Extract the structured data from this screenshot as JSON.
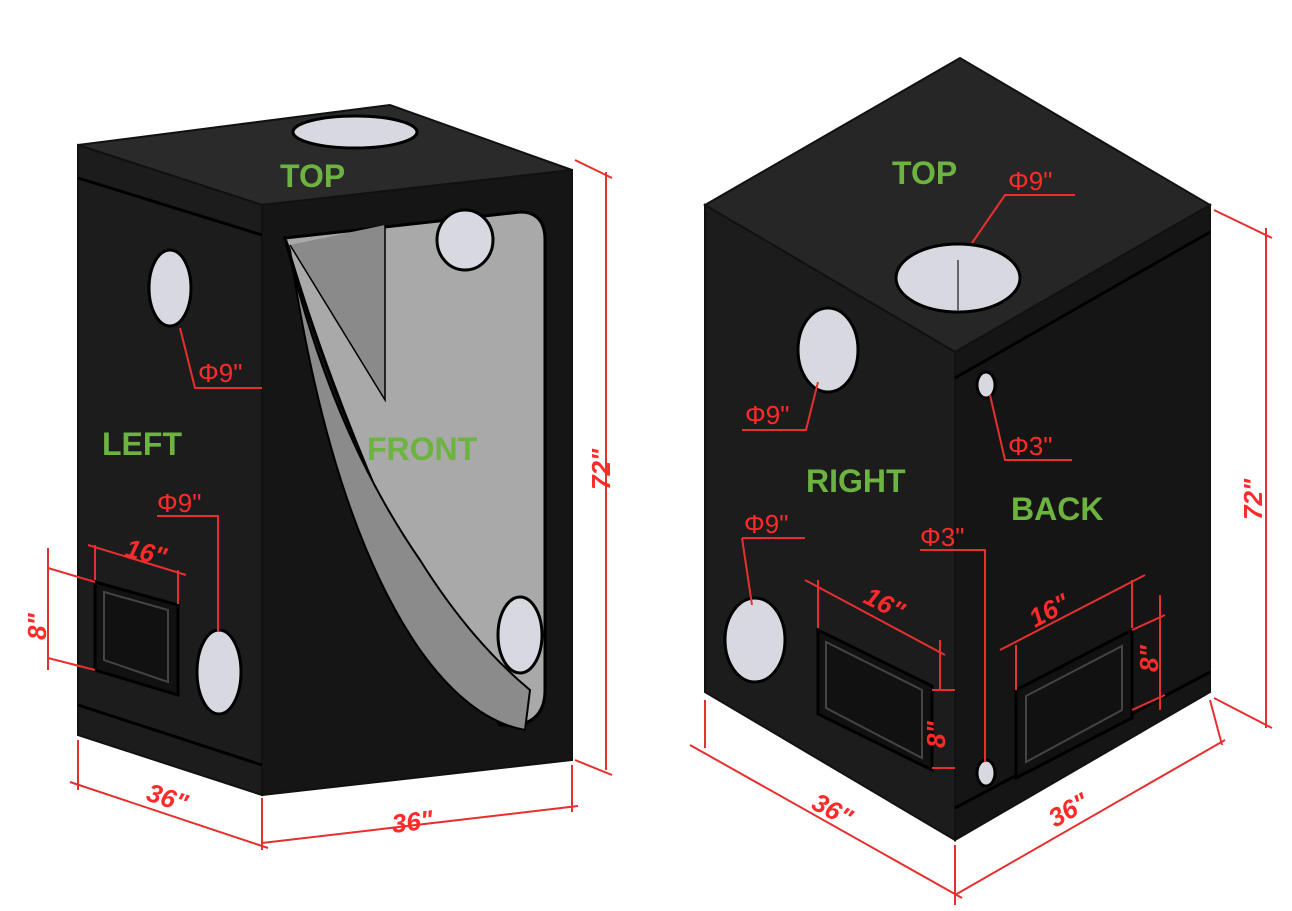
{
  "left_tent": {
    "faces": {
      "top": "TOP",
      "left": "LEFT",
      "front": "FRONT"
    },
    "dims": {
      "height": "72\"",
      "depth": "36\"",
      "width": "36\"",
      "vent_width": "16\"",
      "vent_height": "8\"",
      "port_upper": "Φ9\"",
      "port_lower": "Φ9\""
    }
  },
  "right_tent": {
    "faces": {
      "top": "TOP",
      "right": "RIGHT",
      "back": "BACK"
    },
    "dims": {
      "height": "72\"",
      "width": "36\"",
      "depth": "36\"",
      "top_port": "Φ9\"",
      "right_port_upper": "Φ9\"",
      "right_port_lower": "Φ9\"",
      "back_port_upper": "Φ3\"",
      "back_port_lower": "Φ3\"",
      "right_vent_width": "16\"",
      "right_vent_height": "8\"",
      "back_vent_width": "16\"",
      "back_vent_height": "8\""
    }
  },
  "colors": {
    "tent": "#1a1a1a",
    "label": "#6db33f",
    "dimension": "#e63030",
    "interior": "#a9a9a9"
  }
}
